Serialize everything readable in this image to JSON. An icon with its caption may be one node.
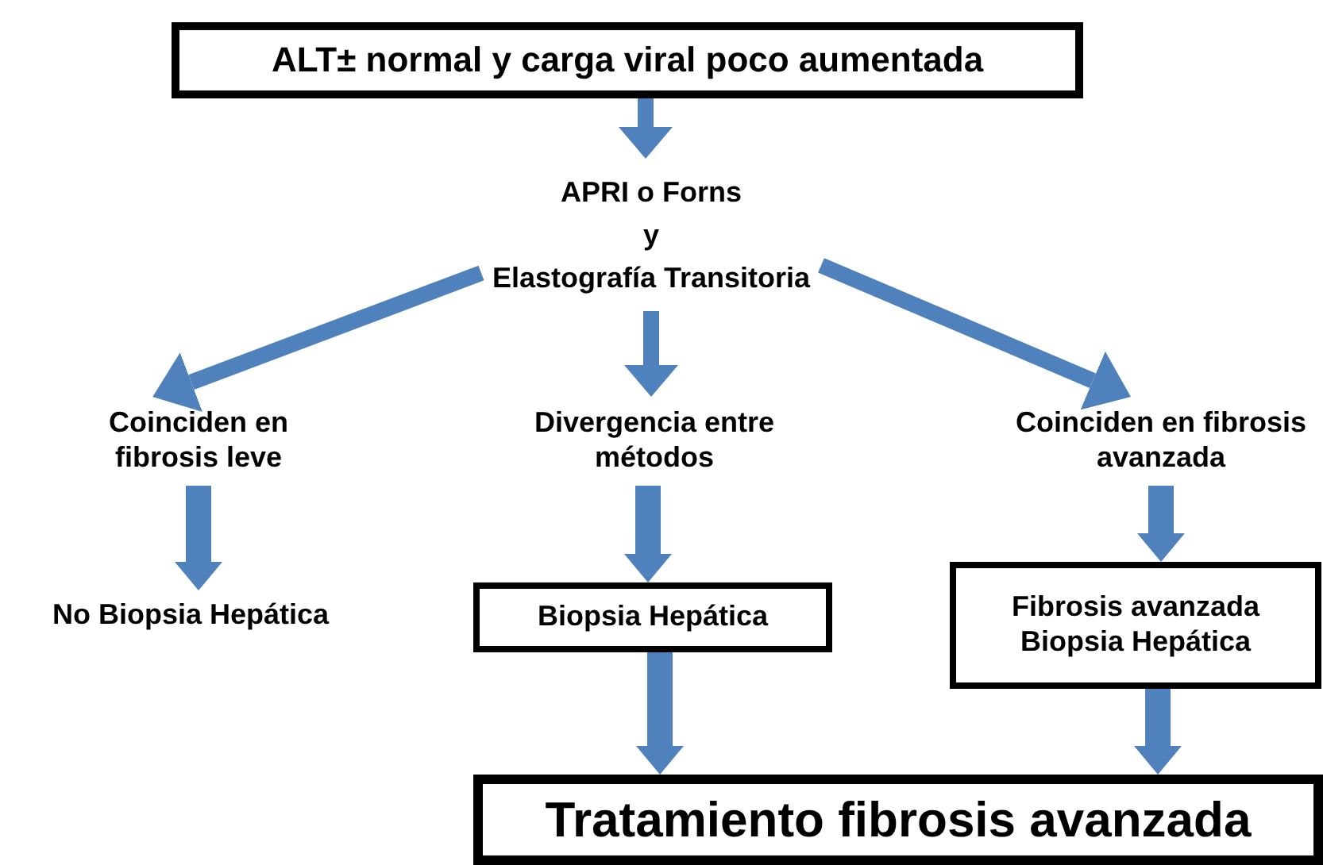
{
  "diagram": {
    "nodes": [
      {
        "text": [
          "ALT± normal y carga viral poco aumentada"
        ]
      },
      {
        "text": [
          "APRI o Forns",
          "y",
          "Elastografía Transitoria"
        ]
      },
      {
        "text": [
          "Coinciden en fibrosis leve"
        ]
      },
      {
        "text": [
          "Divergencia entre métodos"
        ]
      },
      {
        "text": [
          "Coinciden en fibrosis avanzada"
        ]
      },
      {
        "text": [
          "No Biopsia Hepática"
        ]
      },
      {
        "text": [
          "Biopsia Hepática"
        ]
      },
      {
        "text": [
          "Fibrosis avanzada Biopsia Hepática"
        ]
      },
      {
        "text": [
          "Tratamiento fibrosis avanzada"
        ]
      }
    ],
    "edges": [
      {
        "from": 0,
        "to": 1,
        "arrow": "to"
      },
      {
        "from": 1,
        "to": 2,
        "arrow": "to"
      },
      {
        "from": 1,
        "to": 3,
        "arrow": "to"
      },
      {
        "from": 1,
        "to": 4,
        "arrow": "to"
      },
      {
        "from": 2,
        "to": 5,
        "arrow": "to"
      },
      {
        "from": 3,
        "to": 6,
        "arrow": "to"
      },
      {
        "from": 4,
        "to": 7,
        "arrow": "to"
      },
      {
        "from": 6,
        "to": 8,
        "arrow": "to"
      },
      {
        "from": 7,
        "to": 8,
        "arrow": "to"
      }
    ]
  }
}
